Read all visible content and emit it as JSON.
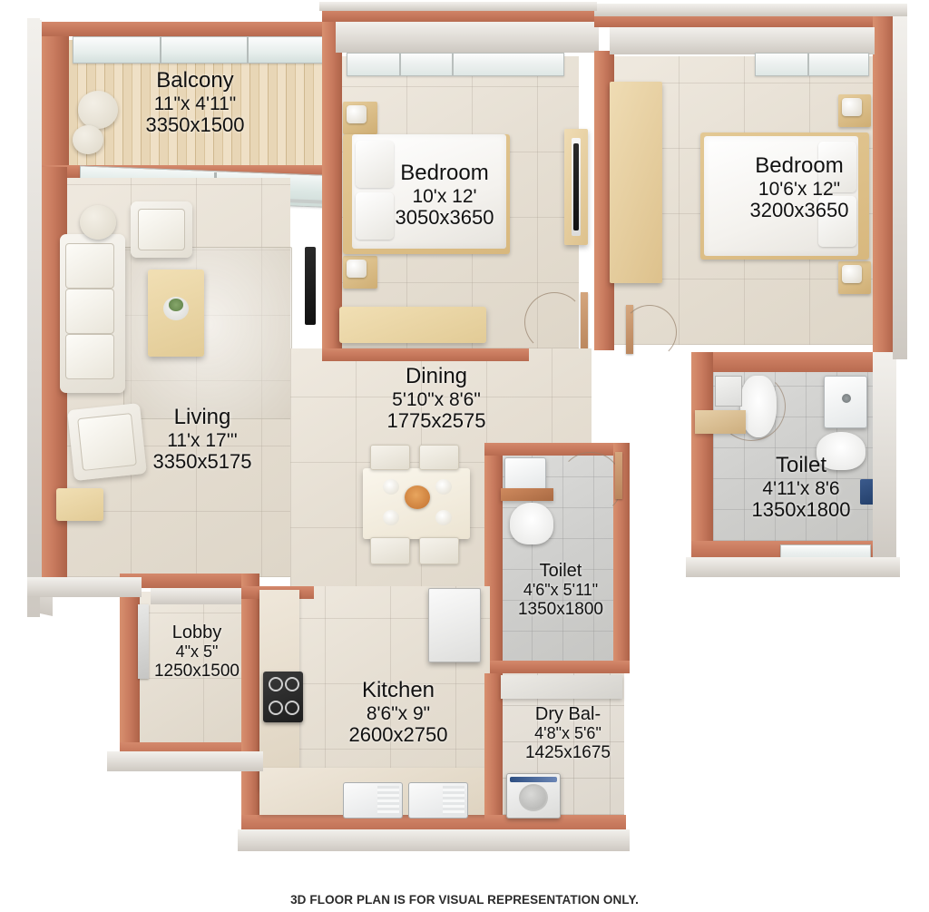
{
  "plan": {
    "caption": "3D FLOOR PLAN IS FOR VISUAL REPRESENTATION ONLY.",
    "colors": {
      "wall": "#c87a5e",
      "wall_light": "#d8906f",
      "wall_dark": "#ad6248",
      "slab": "#ddd9d3",
      "floor_tile": "#e6dfd3",
      "bath_floor": "#cfcfcd",
      "wood_deck": "#e0cba4",
      "furniture_wood": "#e3c894",
      "upholstery": "#f2efe8",
      "text": "#111111",
      "background": "#ffffff"
    },
    "rooms": [
      {
        "id": "balcony",
        "name": "Balcony",
        "dim_ft": "11\"x 4'11\"",
        "dim_mm": "3350x1500",
        "floor": "wood-deck"
      },
      {
        "id": "bedroom-1",
        "name": "Bedroom",
        "dim_ft": "10'x 12'",
        "dim_mm": "3050x3650",
        "floor": "tile"
      },
      {
        "id": "bedroom-2",
        "name": "Bedroom",
        "dim_ft": "10'6'x 12\"",
        "dim_mm": "3200x3650",
        "floor": "tile"
      },
      {
        "id": "living",
        "name": "Living",
        "dim_ft": "11'x 17'''",
        "dim_mm": "3350x5175",
        "floor": "tile"
      },
      {
        "id": "dining",
        "name": "Dining",
        "dim_ft": "5'10\"x 8'6\"",
        "dim_mm": "1775x2575",
        "floor": "tile"
      },
      {
        "id": "toilet-attached",
        "name": "Toilet",
        "dim_ft": "4'11'x 8'6",
        "dim_mm": "1350x1800",
        "floor": "bath"
      },
      {
        "id": "toilet-common",
        "name": "Toilet",
        "dim_ft": "4'6\"x 5'11\"",
        "dim_mm": "1350x1800",
        "floor": "bath"
      },
      {
        "id": "lobby",
        "name": "Lobby",
        "dim_ft": "4\"x 5\"",
        "dim_mm": "1250x1500",
        "floor": "tile"
      },
      {
        "id": "kitchen",
        "name": "Kitchen",
        "dim_ft": "8'6\"x 9\"",
        "dim_mm": "2600x2750",
        "floor": "tile"
      },
      {
        "id": "dry-balcony",
        "name": "Dry Bal-",
        "dim_ft": "4'8\"x 5'6\"",
        "dim_mm": "1425x1675",
        "floor": "tile"
      }
    ],
    "fixtures": [
      "double-bed",
      "nightstand",
      "wardrobe",
      "tv-unit",
      "study-table",
      "sofa-three-seat",
      "armchair",
      "coffee-table",
      "side-table",
      "area-rug",
      "dining-table",
      "dining-chair",
      "balcony-stool",
      "balcony-table",
      "wc-toilet",
      "wash-basin",
      "shower",
      "kitchen-sink",
      "gas-hob",
      "refrigerator",
      "washing-machine",
      "window",
      "entry-door"
    ]
  }
}
